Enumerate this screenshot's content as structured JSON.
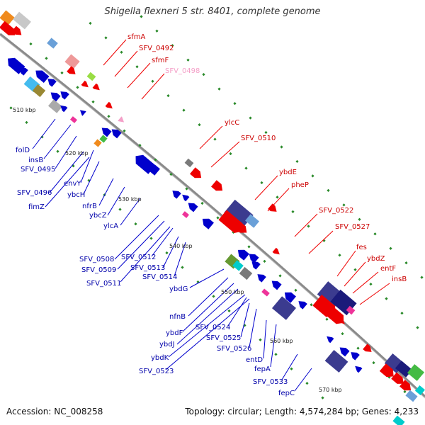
{
  "title": "Shigella flexneri 5 str. 8401, complete genome",
  "accession": "Accession: NC_008258",
  "summary": "Topology: circular; Length: 4,574,284 bp; Genes: 4,233",
  "colors": {
    "forward_gene": "#ee0000",
    "reverse_gene": "#0000cc",
    "pseudo_gene": "#f4a0c8",
    "label_forward": "#cc0000",
    "label_reverse": "#0000aa",
    "backbone": "#888888",
    "tick_marks": "#2a8a2a"
  },
  "scale_labels": [
    "510 kbp",
    "520 kbp",
    "530 kbp",
    "540 kbp",
    "550 kbp",
    "560 kbp",
    "570 kbp"
  ],
  "forward_labels": [
    "sfmA",
    "SFV_0492",
    "sfmF",
    "SFV_0498",
    "ylcC",
    "SFV_0510",
    "ybdE",
    "pheP",
    "SFV_0522",
    "SFV_0527",
    "fes",
    "ybdZ",
    "entF",
    "insB"
  ],
  "reverse_labels": [
    "folD",
    "insB",
    "SFV_0495",
    "envY",
    "SFV_0496",
    "ybcH",
    "fimZ",
    "nfrB",
    "ybcZ",
    "ylcA",
    "SFV_0508",
    "SFV_0509",
    "SFV_0511",
    "SFV_0512",
    "SFV_0513",
    "SFV_0514",
    "ybdG",
    "nfnB",
    "ybdF",
    "ybdJ",
    "ybdK",
    "SFV_0523",
    "SFV_0524",
    "SFV_0525",
    "SFV_0526",
    "entD",
    "fepA",
    "SFV_0533",
    "fepC"
  ]
}
